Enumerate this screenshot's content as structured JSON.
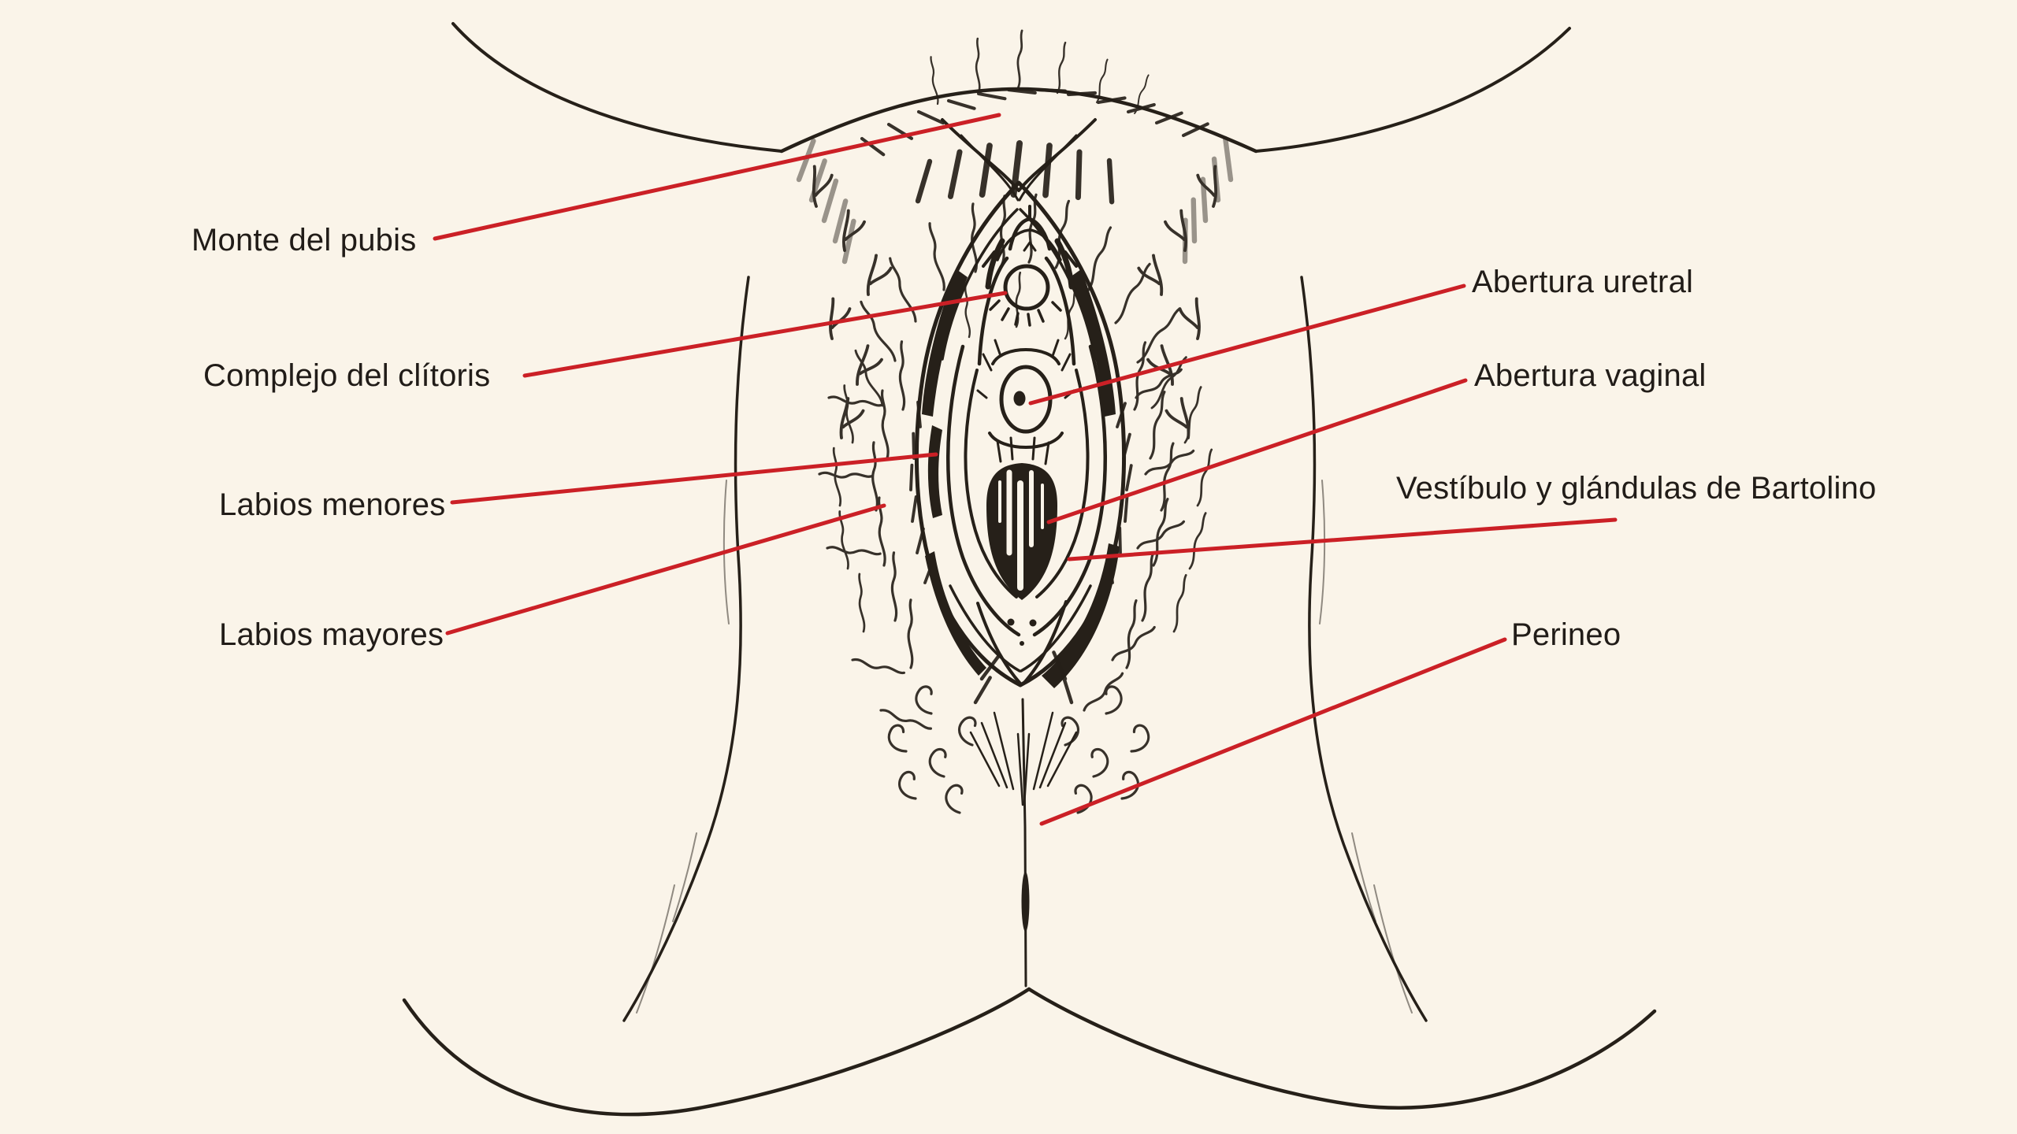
{
  "page": {
    "background_color": "#faf4e9",
    "ink_color": "#262019",
    "leader_line_color": "#cb2026",
    "description": "Anatomical line-art diagram of the vulva with Spanish labels"
  },
  "labels": {
    "monte": "Monte del pubis",
    "clitoris": "Complejo del clítoris",
    "menores": "Labios menores",
    "mayores": "Labios mayores",
    "uretral": "Abertura uretral",
    "vaginal": "Abertura vaginal",
    "vestibulo": "Vestíbulo y glándulas de Bartolino",
    "perineo": "Perineo"
  }
}
